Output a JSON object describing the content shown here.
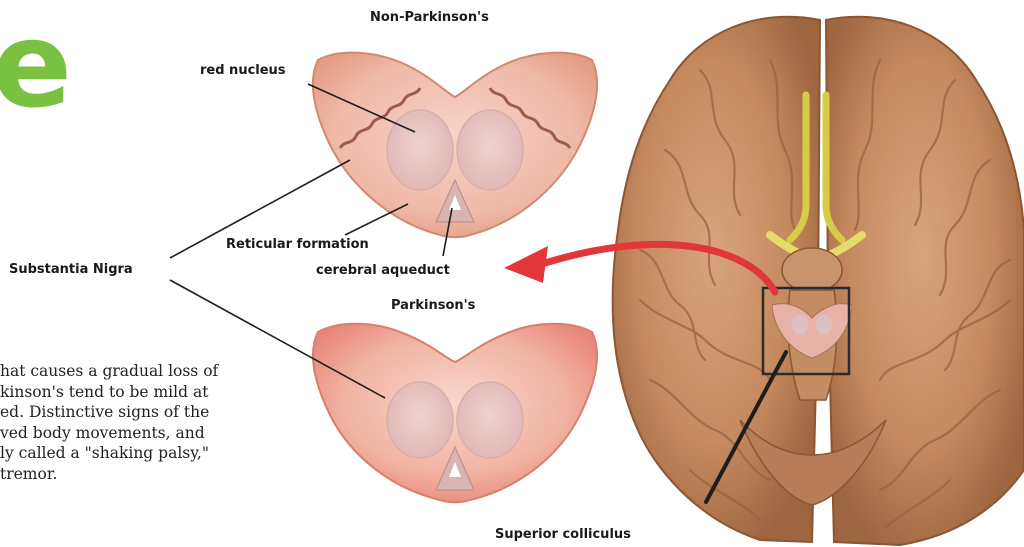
{
  "headline_fragment": "e",
  "labels": {
    "non_parkinsons": "Non-Parkinson's",
    "red_nucleus": "red nucleus",
    "reticular_formation": "Reticular formation",
    "substantia_nigra": "Substantia Nigra",
    "cerebral_aqueduct": "cerebral aqueduct",
    "parkinsons": "Parkinson's",
    "superior_colliculus": "Superior colliculus"
  },
  "body_text_lines": [
    "hat causes a gradual loss of",
    "kinson's tend to be mild at",
    "ed. Distinctive signs of the",
    "ved body movements, and",
    "ly called a \"shaking palsy,\"",
    "tremor."
  ],
  "colors": {
    "accent_green": "#7ac142",
    "arrow_red": "#e2373a",
    "brain_tan": "#c98e63",
    "section_pink": "#efb8a8"
  },
  "icons": [
    "brain-illustration",
    "midbrain-section-normal",
    "midbrain-section-parkinsons",
    "curved-arrow"
  ]
}
